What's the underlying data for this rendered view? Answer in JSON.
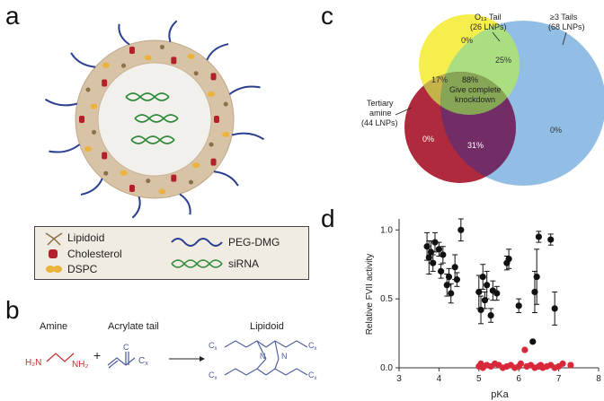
{
  "panels": {
    "a": "a",
    "b": "b",
    "c": "c",
    "d": "d"
  },
  "legend": {
    "lipidoid": "Lipidoid",
    "cholesterol": "Cholesterol",
    "dspc": "DSPC",
    "peg_dmg": "PEG-DMG",
    "sirna": "siRNA"
  },
  "reaction": {
    "amine": "Amine",
    "acrylate_tail": "Acrylate tail",
    "lipidoid": "Lipidoid",
    "plus": "+",
    "h2n": "H₂N",
    "nh2": "NH₂",
    "cx": "C",
    "cx_sub": "x"
  },
  "venn": {
    "o13_tail": "O₁₃ Tail",
    "o13_lnps": "(26 LNPs)",
    "tails3": "≥3 Tails",
    "tails3_lnps": "(68 LNPs)",
    "tertiary1": "Tertiary",
    "tertiary2": "amine",
    "tertiary_lnps": "(44 LNPs)",
    "pct_top": "0%",
    "pct_25": "25%",
    "pct_17": "17%",
    "pct_88": "88%",
    "center_text1": "Give complete",
    "center_text2": "knockdown",
    "pct_left": "0%",
    "pct_31": "31%",
    "pct_right": "0%",
    "colors": {
      "yellow": "#f4ec3a",
      "blue": "#7fb3e0",
      "red": "#a8182b",
      "green": "#a8dd84",
      "orange": "#c4b24a",
      "purple": "#6d2d6b",
      "center": "#86a655"
    }
  },
  "chart_data": {
    "type": "scatter",
    "title": "",
    "xlabel": "pKa",
    "ylabel": "Relative FVII activity",
    "xlim": [
      3,
      8
    ],
    "ylim": [
      0,
      1.08
    ],
    "xticks": [
      "3",
      "4",
      "5",
      "6",
      "7",
      "8"
    ],
    "yticks": [
      "0.0",
      "0.5",
      "1.0"
    ],
    "grid": false,
    "series": [
      {
        "color": "#111111",
        "points": [
          {
            "x": 3.7,
            "y": 0.88,
            "err": 0.1
          },
          {
            "x": 3.75,
            "y": 0.8,
            "err": 0.12
          },
          {
            "x": 3.8,
            "y": 0.84,
            "err": 0.08
          },
          {
            "x": 3.85,
            "y": 0.76,
            "err": 0.06
          },
          {
            "x": 3.9,
            "y": 0.91,
            "err": 0.07
          },
          {
            "x": 4.0,
            "y": 0.86,
            "err": 0.05
          },
          {
            "x": 4.05,
            "y": 0.7,
            "err": 0.05
          },
          {
            "x": 4.1,
            "y": 0.82,
            "err": 0.06
          },
          {
            "x": 4.2,
            "y": 0.6,
            "err": 0.08
          },
          {
            "x": 4.25,
            "y": 0.66,
            "err": 0.06
          },
          {
            "x": 4.3,
            "y": 0.54,
            "err": 0.07
          },
          {
            "x": 4.4,
            "y": 0.73,
            "err": 0.09
          },
          {
            "x": 4.45,
            "y": 0.64,
            "err": 0.05
          },
          {
            "x": 4.55,
            "y": 1.0,
            "err": 0.08
          },
          {
            "x": 5.0,
            "y": 0.55,
            "err": 0.12
          },
          {
            "x": 5.05,
            "y": 0.42,
            "err": 0.1
          },
          {
            "x": 5.1,
            "y": 0.66,
            "err": 0.09
          },
          {
            "x": 5.15,
            "y": 0.49,
            "err": 0.06
          },
          {
            "x": 5.2,
            "y": 0.6,
            "err": 0.1
          },
          {
            "x": 5.3,
            "y": 0.38,
            "err": 0.05
          },
          {
            "x": 5.35,
            "y": 0.56,
            "err": 0.07
          },
          {
            "x": 5.45,
            "y": 0.54,
            "err": 0.05
          },
          {
            "x": 5.7,
            "y": 0.76,
            "err": 0.05
          },
          {
            "x": 5.75,
            "y": 0.79,
            "err": 0.07
          },
          {
            "x": 6.0,
            "y": 0.45,
            "err": 0.05
          },
          {
            "x": 6.4,
            "y": 0.55,
            "err": 0.15
          },
          {
            "x": 6.45,
            "y": 0.66,
            "err": 0.2
          },
          {
            "x": 6.5,
            "y": 0.95,
            "err": 0.04
          },
          {
            "x": 6.35,
            "y": 0.19,
            "err": 0.0
          },
          {
            "x": 6.8,
            "y": 0.93,
            "err": 0.04
          },
          {
            "x": 6.9,
            "y": 0.43,
            "err": 0.12
          }
        ]
      },
      {
        "color": "#d8283a",
        "points": [
          {
            "x": 5.0,
            "y": 0.01
          },
          {
            "x": 5.05,
            "y": 0.03
          },
          {
            "x": 5.1,
            "y": 0.0
          },
          {
            "x": 5.2,
            "y": 0.02
          },
          {
            "x": 5.3,
            "y": 0.01
          },
          {
            "x": 5.4,
            "y": 0.03
          },
          {
            "x": 5.5,
            "y": 0.02
          },
          {
            "x": 5.6,
            "y": 0.0
          },
          {
            "x": 5.7,
            "y": 0.01
          },
          {
            "x": 5.8,
            "y": 0.02
          },
          {
            "x": 5.9,
            "y": 0.0
          },
          {
            "x": 6.0,
            "y": 0.01
          },
          {
            "x": 6.05,
            "y": 0.03
          },
          {
            "x": 6.15,
            "y": 0.13
          },
          {
            "x": 6.2,
            "y": 0.01
          },
          {
            "x": 6.3,
            "y": 0.02
          },
          {
            "x": 6.4,
            "y": 0.0
          },
          {
            "x": 6.5,
            "y": 0.01
          },
          {
            "x": 6.55,
            "y": 0.02
          },
          {
            "x": 6.6,
            "y": 0.0
          },
          {
            "x": 6.7,
            "y": 0.01
          },
          {
            "x": 6.8,
            "y": 0.02
          },
          {
            "x": 6.9,
            "y": 0.0
          },
          {
            "x": 7.0,
            "y": 0.01
          },
          {
            "x": 7.1,
            "y": 0.03
          },
          {
            "x": 7.3,
            "y": 0.02
          }
        ]
      }
    ]
  }
}
